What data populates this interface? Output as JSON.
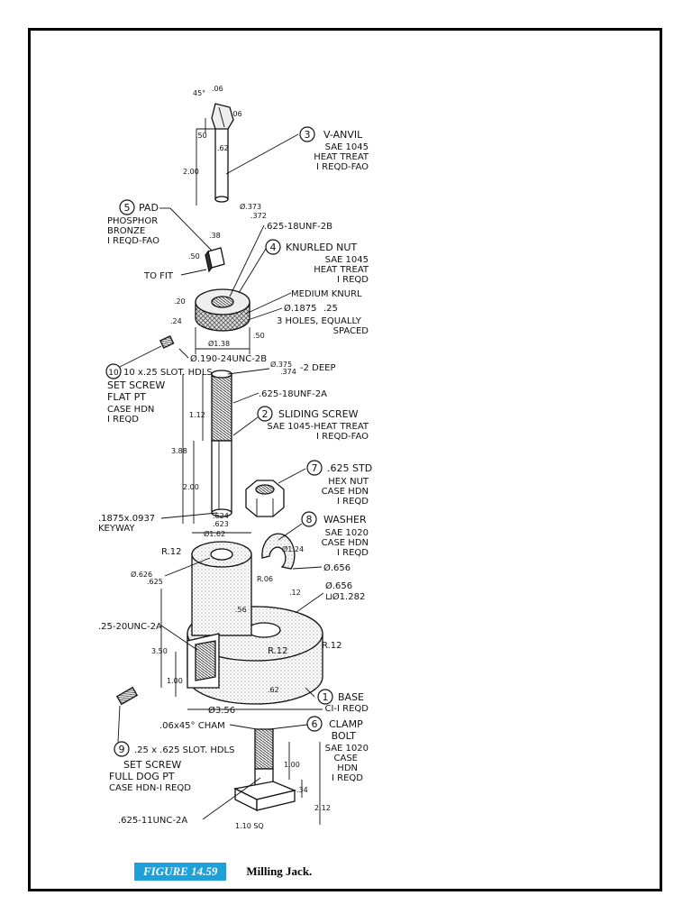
{
  "callouts": {
    "p3": {
      "num": "3",
      "lines": [
        "V-ANVIL",
        "SAE 1045",
        "HEAT TREAT",
        "I REQD-FAO"
      ]
    },
    "p5": {
      "num": "5",
      "title": "PAD",
      "lines": [
        "PHOSPHOR",
        "BRONZE",
        "I REQD-FAO"
      ]
    },
    "p4": {
      "num": "4",
      "lines": [
        "KNURLED NUT",
        "SAE 1045",
        "HEAT TREAT",
        "I REQD"
      ]
    },
    "p10": {
      "num": "10",
      "title": "10 x.25 SLOT. HDLS",
      "lines": [
        "SET SCREW",
        "FLAT PT",
        "CASE HDN",
        "I REQD"
      ]
    },
    "p2": {
      "num": "2",
      "lines": [
        "SLIDING SCREW",
        "SAE 1045-HEAT TREAT",
        "I REQD-FAO"
      ]
    },
    "p7": {
      "num": "7",
      "lines": [
        ".625 STD",
        "HEX NUT",
        "CASE HDN",
        "I REQD"
      ]
    },
    "p8": {
      "num": "8",
      "lines": [
        "WASHER",
        "SAE 1020",
        "CASE HDN",
        "I REQD"
      ]
    },
    "p1": {
      "num": "1",
      "lines": [
        "BASE",
        "CI-I REQD"
      ]
    },
    "p6": {
      "num": "6",
      "lines": [
        "CLAMP",
        "BOLT",
        "SAE 1020",
        "CASE",
        "HDN",
        "I REQD"
      ]
    },
    "p9": {
      "num": "9",
      "title": ".25 x .625 SLOT. HDLS",
      "lines": [
        "SET SCREW",
        "FULL DOG PT",
        "CASE HDN-I REQD"
      ]
    }
  },
  "notes": {
    "unf_b": ".625-18UNF-2B",
    "medium_knurl": "MEDIUM KNURL",
    "hole_dia": "Ø.1875",
    "hole_depth": ".25",
    "three_holes": [
      "3 HOLES, EQUALLY",
      "SPACED"
    ],
    "to_fit": "TO FIT",
    "unc_2b": "Ø.190-24UNC-2B",
    "deep": "-2 DEEP",
    "unf_a": ".625-18UNF-2A",
    "keyway": [
      ".1875x.0937",
      "KEYWAY"
    ],
    "unc_2a_a": ".25-20UNC-2A",
    "cham": ".06x45° CHAM",
    "unc_2a_b": ".625-11UNC-2A",
    "lip_dim": "Ø.656",
    "lip_dim2": "⊔Ø1.282"
  },
  "dims": {
    "anvil_angle": "45°",
    "d06a": ".06",
    "d06b": ".06",
    "d50": ".50",
    "d62": ".62",
    "d200a": "2.00",
    "d373": "Ø.373",
    "d372": ".372",
    "d38": ".38",
    "d50b": ".50",
    "d20": ".20",
    "d24": ".24",
    "d50c": ".50",
    "d138": "Ø1.38",
    "d375": "Ø.375",
    "d374": ".374",
    "d112": "1.12",
    "d388": "3.88",
    "d200b": "2.00",
    "d624": ".624",
    "d623": ".623",
    "d162": "Ø1.62",
    "r12a": "R.12",
    "d626": "Ø.626",
    "d625": ".625",
    "d124": "Ø1.24",
    "r06": "R.06",
    "d656": "Ø.656",
    "d12": ".12",
    "d56": ".56",
    "r12b": "R.12",
    "r12c": "R.12",
    "d350": "3.50",
    "d100a": "1.00",
    "d62b": ".62",
    "d356": "Ø3.56",
    "d100b": "1.00",
    "d34": ".34",
    "d212": "2.12",
    "d110": "1.10 SQ"
  },
  "caption": {
    "number": "FIGURE 14.59",
    "title": "Milling Jack."
  },
  "colors": {
    "caption_bg": "#1ea0d8",
    "stipple": "#8a8a8a"
  }
}
